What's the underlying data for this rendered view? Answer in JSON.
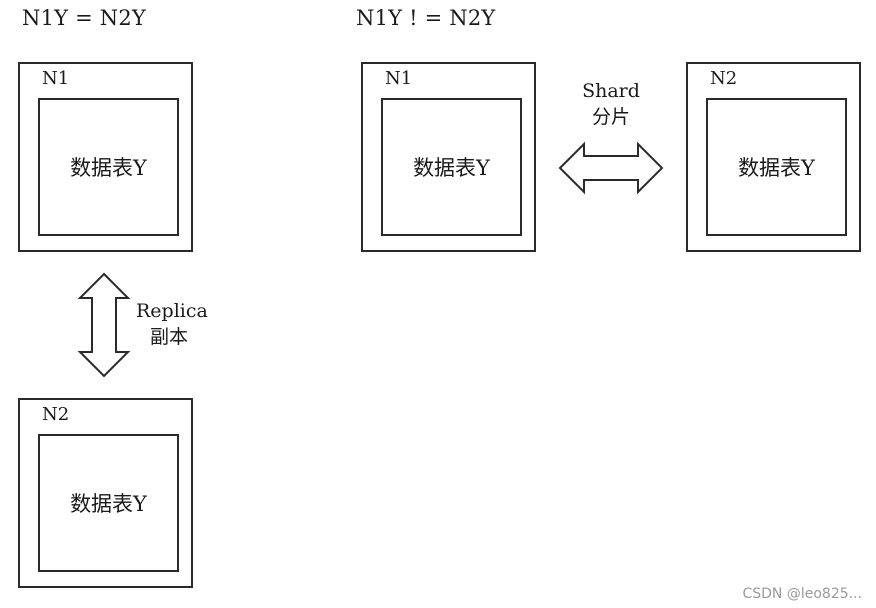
{
  "left_title": "N1Y = N2Y",
  "right_title": "N1Y ! = N2Y",
  "replica": {
    "top_node": {
      "label": "N1",
      "table": "数据表Y"
    },
    "bottom_node": {
      "label": "N2",
      "table": "数据表Y"
    },
    "arrow_label_en": "Replica",
    "arrow_label_cn": "副本"
  },
  "shard": {
    "left_node": {
      "label": "N1",
      "table": "数据表Y"
    },
    "right_node": {
      "label": "N2",
      "table": "数据表Y"
    },
    "arrow_label_en": "Shard",
    "arrow_label_cn": "分片"
  },
  "watermark": "CSDN @leo825..."
}
